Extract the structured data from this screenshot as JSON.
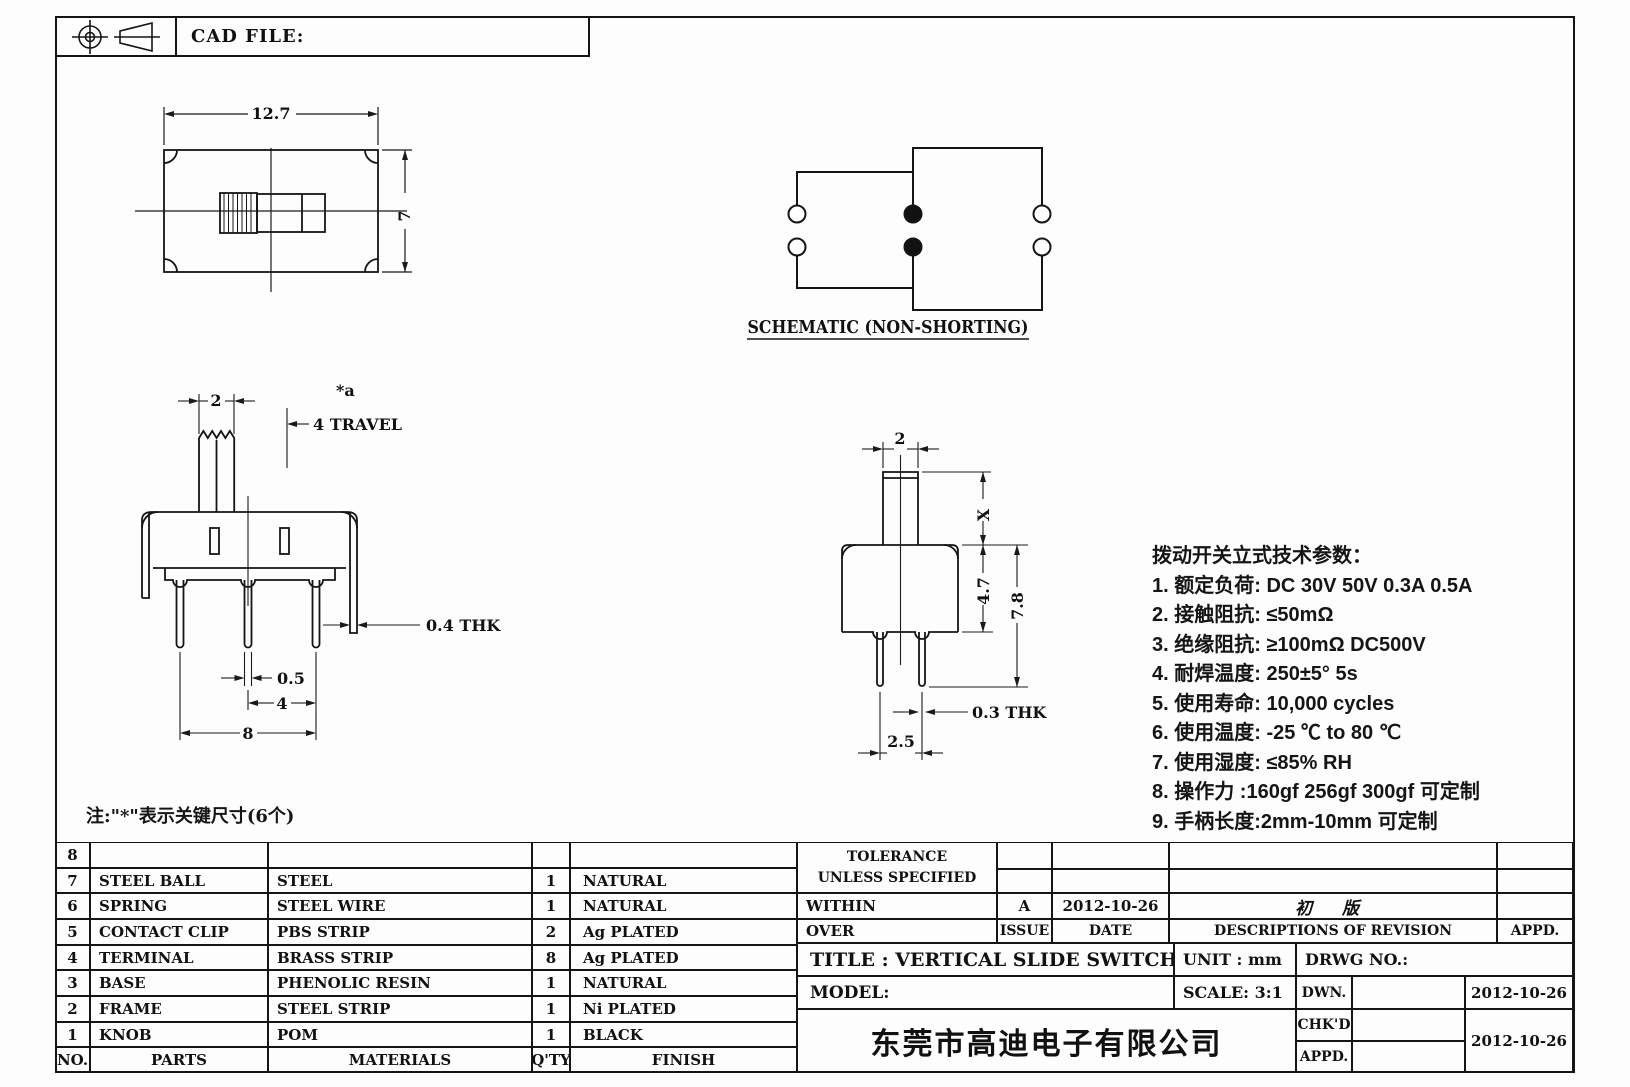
{
  "sheet": {
    "cad_file_label": "CAD FILE:",
    "note": "注:\"*\"表示关键尺寸(6个)"
  },
  "schematic": {
    "label": "SCHEMATIC (NON-SHORTING)"
  },
  "top_view": {
    "width": "12.7",
    "height": "7"
  },
  "front_view": {
    "knob_width": "2",
    "key_mark": "*a",
    "travel": "4 TRAVEL",
    "frame_thk": "0.4 THK",
    "pin_width": "0.5",
    "pin_pitch": "4",
    "pin_span": "8"
  },
  "side_view": {
    "knob_width": "2",
    "knob_height": "X",
    "body_height": "4.7",
    "total_height": "7.8",
    "pin_thk": "0.3 THK",
    "pin_pitch": "2.5"
  },
  "specs": {
    "title": "拨动开关立式技术参数：",
    "items": [
      "1. 额定负荷: DC 30V   50V   0.3A   0.5A",
      "2. 接触阻抗: ≤50mΩ",
      "3. 绝缘阻抗: ≥100mΩ  DC500V",
      "4. 耐焊温度: 250±5°  5s",
      "5. 使用寿命: 10,000 cycles",
      "6. 使用温度: -25 ℃  to 80 ℃",
      "7. 使用湿度: ≤85% RH",
      "8. 操作力 :160gf   256gf   300gf  可定制",
      "9. 手柄长度:2mm-10mm  可定制"
    ]
  },
  "parts_table": {
    "headers": {
      "no": "NO.",
      "parts": "PARTS",
      "materials": "MATERIALS",
      "qty": "Q'TY",
      "finish": "FINISH"
    },
    "rows": [
      {
        "no": "8",
        "part": "",
        "material": "",
        "qty": "",
        "finish": ""
      },
      {
        "no": "7",
        "part": "STEEL BALL",
        "material": "STEEL",
        "qty": "1",
        "finish": "NATURAL"
      },
      {
        "no": "6",
        "part": "SPRING",
        "material": "STEEL WIRE",
        "qty": "1",
        "finish": "NATURAL"
      },
      {
        "no": "5",
        "part": "CONTACT CLIP",
        "material": "PBS STRIP",
        "qty": "2",
        "finish": "Ag PLATED"
      },
      {
        "no": "4",
        "part": "TERMINAL",
        "material": "BRASS STRIP",
        "qty": "8",
        "finish": "Ag PLATED"
      },
      {
        "no": "3",
        "part": "BASE",
        "material": "PHENOLIC RESIN",
        "qty": "1",
        "finish": "NATURAL"
      },
      {
        "no": "2",
        "part": "FRAME",
        "material": "STEEL STRIP",
        "qty": "1",
        "finish": "Ni PLATED"
      },
      {
        "no": "1",
        "part": "KNOB",
        "material": "POM",
        "qty": "1",
        "finish": "BLACK"
      }
    ]
  },
  "tolerance": {
    "title_line1": "TOLERANCE",
    "title_line2": "UNLESS  SPECIFIED",
    "within": "WITHIN",
    "over": "OVER"
  },
  "revision": {
    "issue_value": "A",
    "date_value": "2012-10-26",
    "description_value": "初 版",
    "issue_label": "ISSUE",
    "date_label": "DATE",
    "description_label": "DESCRIPTIONS OF REVISION",
    "appd_label": "APPD."
  },
  "title_block": {
    "title": "TITLE :   VERTICAL SLIDE SWITCH",
    "unit": "UNIT :   mm",
    "drwg_no": "DRWG NO.:",
    "model": "MODEL:",
    "scale": "SCALE:   3:1",
    "company": "东莞市高迪电子有限公司",
    "dwn_label": "DWN.",
    "chkd_label": "CHK'D",
    "appd_label": "APPD.",
    "dwn_date": "2012-10-26",
    "chkd_appd_date": "2012-10-26"
  }
}
